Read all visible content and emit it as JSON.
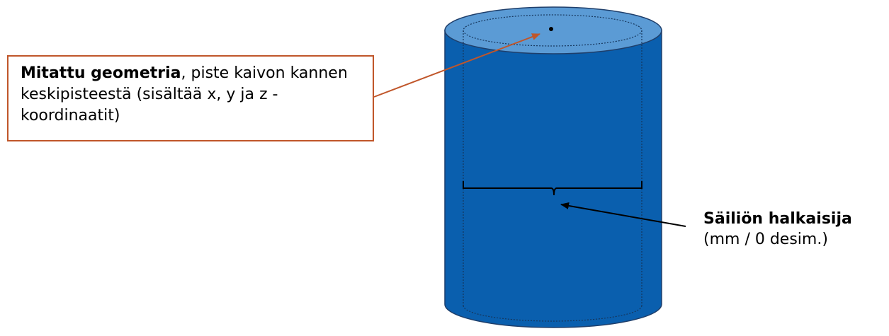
{
  "callout": {
    "bold_text": "Mitattu geometria",
    "text": ", piste kaivon kannen keskipisteestä (sisältää x, y ja z -koordinaatit)"
  },
  "diameter_label": {
    "title": "Säiliön halkaisija",
    "unit": "(mm / 0 desim.)"
  },
  "colors": {
    "cylinder_body": "#0a5fae",
    "cylinder_top": "#5b9bd5",
    "cylinder_outline": "#1f3f6b",
    "callout_border": "#c0562a",
    "leader_line": "#c0562a"
  }
}
